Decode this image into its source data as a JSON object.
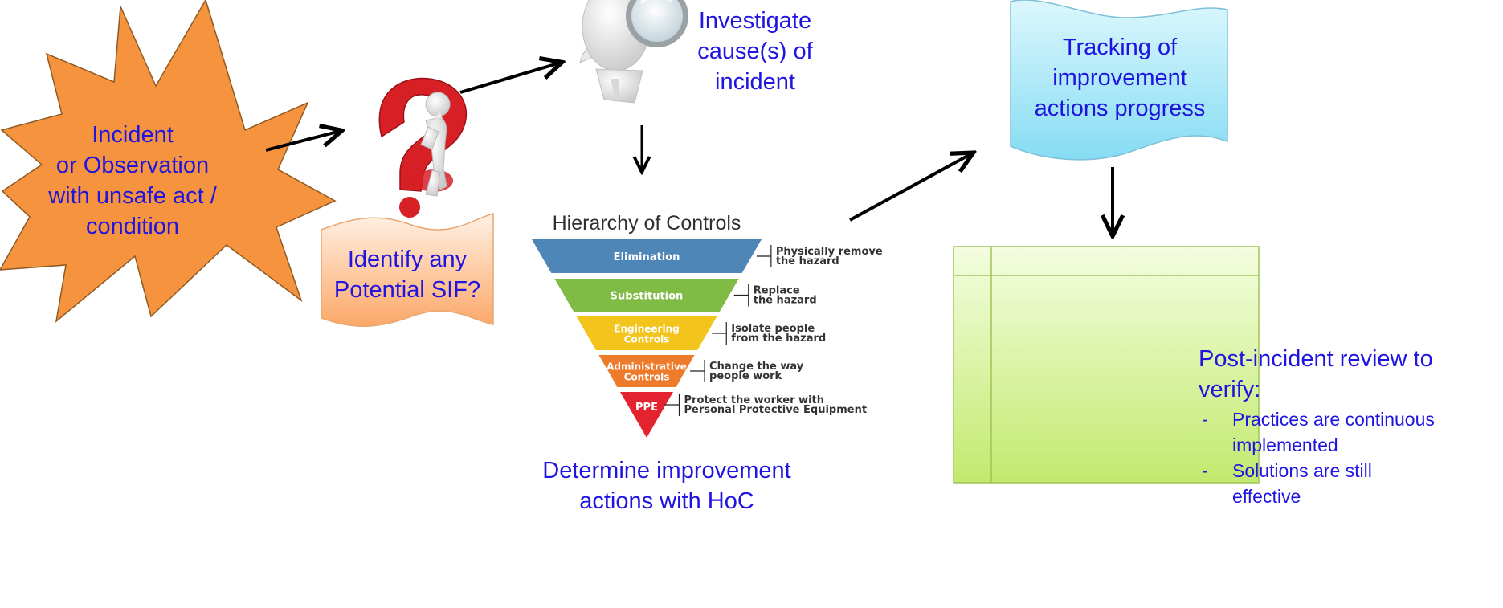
{
  "incident": {
    "lines": [
      "Incident",
      "or Observation",
      "with unsafe act /",
      "condition"
    ]
  },
  "identify": {
    "lines": [
      "Identify any",
      "Potential SIF?"
    ]
  },
  "investigate": {
    "lines": [
      "Investigate",
      "cause(s) of",
      "incident"
    ]
  },
  "hoc": {
    "title": "Hierarchy of Controls",
    "levels": [
      {
        "label": [
          "Elimination"
        ],
        "desc": [
          "Physically remove",
          "the hazard"
        ],
        "color": "#4f86b8"
      },
      {
        "label": [
          "Substitution"
        ],
        "desc": [
          "Replace",
          "the hazard"
        ],
        "color": "#7fbb45"
      },
      {
        "label": [
          "Engineering",
          "Controls"
        ],
        "desc": [
          "Isolate people",
          "from the hazard"
        ],
        "color": "#f2c41c"
      },
      {
        "label": [
          "Administrative",
          "Controls"
        ],
        "desc": [
          "Change the way",
          "people work"
        ],
        "color": "#ee7a2c"
      },
      {
        "label": [
          "PPE"
        ],
        "desc": [
          "Protect the worker with",
          "Personal Protective Equipment"
        ],
        "color": "#e3232d"
      }
    ]
  },
  "determine": {
    "lines": [
      "Determine improvement",
      "actions with HoC"
    ]
  },
  "tracking": {
    "lines": [
      "Tracking of",
      "improvement",
      "actions progress"
    ]
  },
  "review": {
    "heading_lines": [
      "Post-incident review to",
      "verify:"
    ],
    "items": [
      {
        "lines": [
          "Practices are continuous",
          "implemented"
        ]
      },
      {
        "lines": [
          "Solutions are still",
          "effective"
        ]
      }
    ],
    "bullet": "-"
  },
  "colors": {
    "text": "#1f14e0",
    "starburst": "#f5933f",
    "identify_box": "#fdc49a",
    "tracking_box": "#b6ecf8",
    "review_box": "#d4f08f",
    "question_mark": "#d71f26"
  }
}
